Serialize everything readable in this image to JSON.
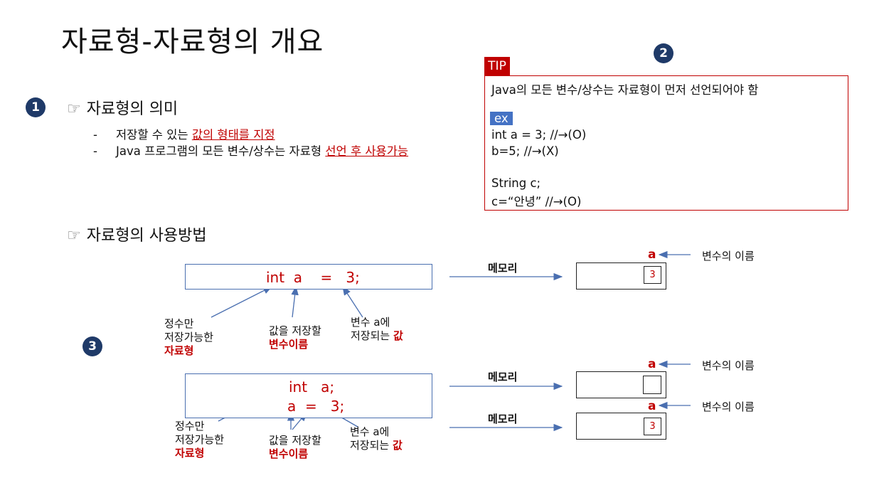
{
  "title": "자료형-자료형의 개요",
  "badges": {
    "one": "1",
    "two": "2",
    "three": "3"
  },
  "section1": {
    "heading": "자료형의 의미",
    "hand_icon": "pointing-hand-icon",
    "bullets": [
      {
        "dash": "-",
        "text": "저장할 수 있는 ",
        "highlight": "값의 형태를 지정"
      },
      {
        "dash": "-",
        "text": "Java 프로그램의 모든 변수/상수는 자료형 ",
        "highlight": "선언 후 사용가능"
      }
    ]
  },
  "tip": {
    "label": "TIP",
    "line1": "Java의 모든 변수/상수는 자료형이 먼저 선언되어야 함",
    "ex": "ex",
    "line2": "int a = 3; //→(O)",
    "line3": "b=5; //→(X)",
    "line4": "String c;",
    "line5": "c=“안녕” //→(O)"
  },
  "section2": {
    "heading": "자료형의 사용방법",
    "hand_icon": "pointing-hand-icon"
  },
  "example1": {
    "code_int": "int",
    "code_a": "a",
    "code_eq": "=",
    "code_val": "3;",
    "memory_label": "메모리",
    "var_name": "a",
    "var_note": "변수의 이름",
    "mem_value": "3",
    "ann_type_l1": "정수만",
    "ann_type_l2": "저장가능한",
    "ann_type_l3": "자료형",
    "ann_var_l1": "값을 저장할",
    "ann_var_l2": "변수이름",
    "ann_val_l1": "변수 a에",
    "ann_val_l2": "저장되는 ",
    "ann_val_l2b": "값"
  },
  "example2": {
    "code_line1": "int   a;",
    "code_line2": "a  =   3;",
    "memory_label_1": "메모리",
    "memory_label_2": "메모리",
    "var_name_1": "a",
    "var_note_1": "변수의 이름",
    "var_name_2": "a",
    "var_note_2": "변수의 이름",
    "mem_value_2": "3",
    "ann_type_l1": "정수만",
    "ann_type_l2": "저장가능한",
    "ann_type_l3": "자료형",
    "ann_var_l1": "값을 저장할",
    "ann_var_l2": "변수이름",
    "ann_val_l1": "변수 a에",
    "ann_val_l2": "저장되는 ",
    "ann_val_l2b": "값"
  },
  "colors": {
    "red": "#c00000",
    "navy": "#1f3a68",
    "blue": "#4472c4",
    "arrow": "#4a6fb0"
  }
}
